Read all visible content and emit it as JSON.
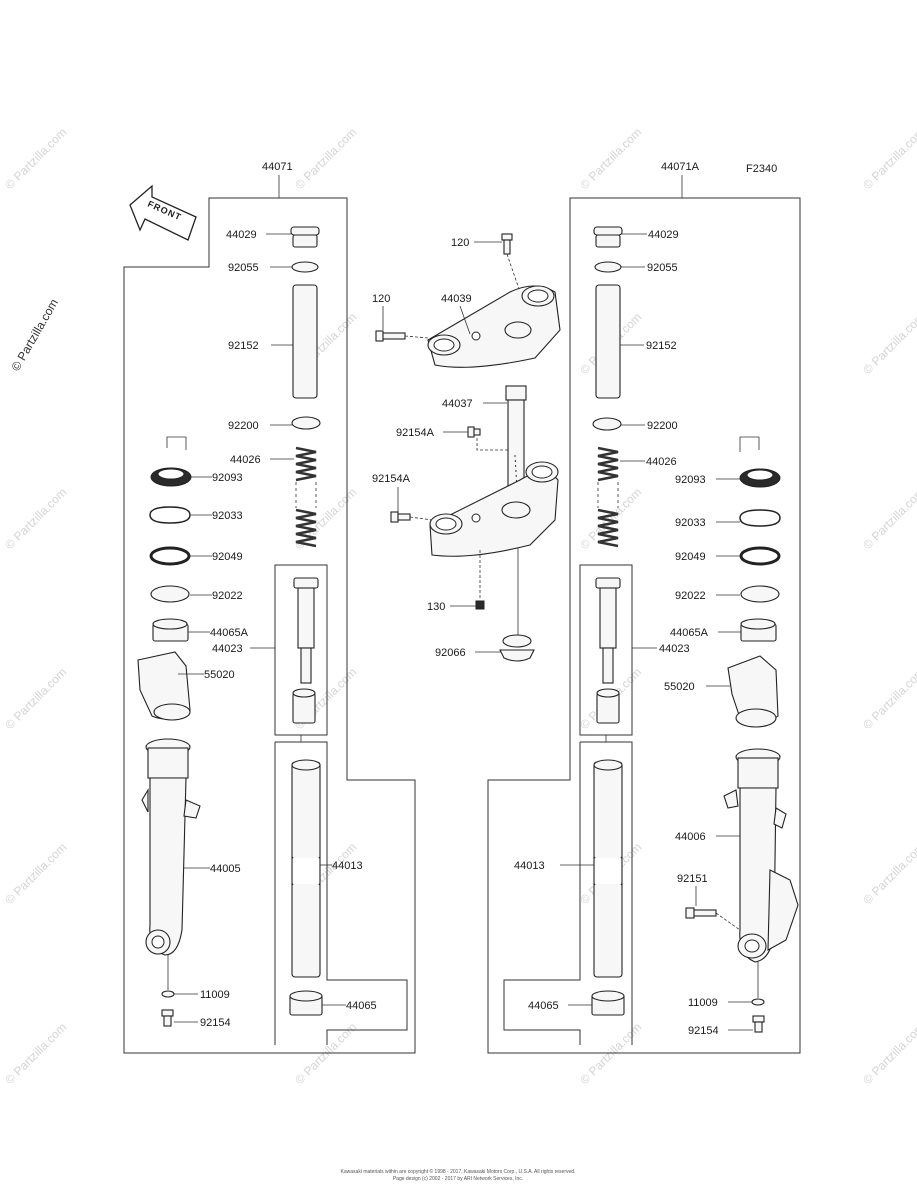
{
  "diagram_id": "F2340",
  "front_label": "FRONT",
  "watermark": "© Partzilla.com",
  "footer": {
    "line1": "Kawasaki materials within are copyright © 1998 - 2017, Kawasaki Motors Corp., U.S.A. All rights reserved.",
    "line2": "Page design (c) 2002 - 2017 by ARI Network Services, Inc."
  },
  "left_assembly": {
    "top_label": "44071",
    "parts": [
      "44029",
      "92055",
      "92152",
      "92200",
      "44026",
      "92093",
      "92033",
      "92049",
      "92022",
      "44065A",
      "44023",
      "55020",
      "44005",
      "44013",
      "11009",
      "92154",
      "44065"
    ]
  },
  "center_assembly": {
    "parts": [
      "120",
      "44039",
      "120",
      "44037",
      "92154A",
      "92154A",
      "130",
      "92066"
    ]
  },
  "right_assembly": {
    "top_label": "44071A",
    "parts": [
      "44029",
      "92055",
      "92152",
      "92200",
      "44026",
      "92093",
      "92033",
      "92049",
      "92022",
      "44065A",
      "44023",
      "55020",
      "44006",
      "92151",
      "44013",
      "44065",
      "11009",
      "92154"
    ]
  }
}
